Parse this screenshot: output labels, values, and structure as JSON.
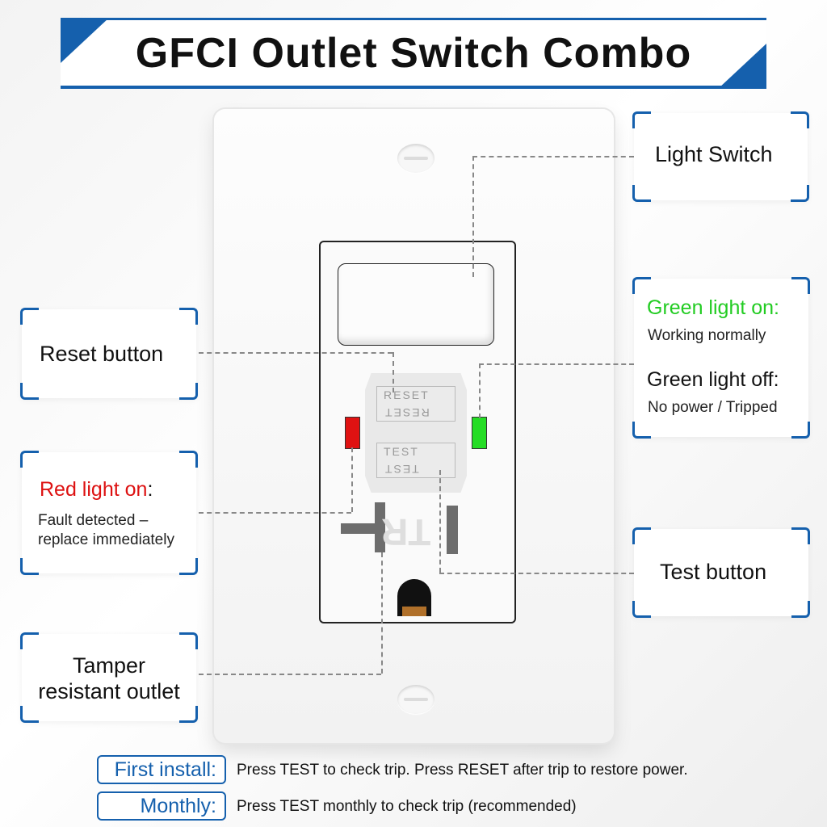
{
  "title": "GFCI Outlet Switch Combo",
  "labels": {
    "light_switch": "Light Switch",
    "reset_button": "Reset button",
    "green_on_title": "Green light on:",
    "green_on_desc": "Working normally",
    "green_off_title": "Green light off:",
    "green_off_desc": "No power / Tripped",
    "red_on_title": "Red light on",
    "red_on_colon": ":",
    "red_on_desc_1": "Fault detected –",
    "red_on_desc_2": "replace immediately",
    "test_button": "Test button",
    "tamper_line_1": "Tamper",
    "tamper_line_2": "resistant outlet"
  },
  "device": {
    "reset_text": "RESET",
    "test_text": "TEST",
    "tr_mark": "TR"
  },
  "notes": [
    {
      "tag": "First install:",
      "text": "Press TEST to check trip. Press RESET after trip to restore power."
    },
    {
      "tag": "Monthly:",
      "text": "Press TEST monthly to check trip (recommended)"
    }
  ],
  "colors": {
    "accent_blue": "#1560ad",
    "green_text": "#22cc22",
    "red_text": "#dd1111",
    "green_led": "#25dd25",
    "red_led": "#e01212"
  }
}
